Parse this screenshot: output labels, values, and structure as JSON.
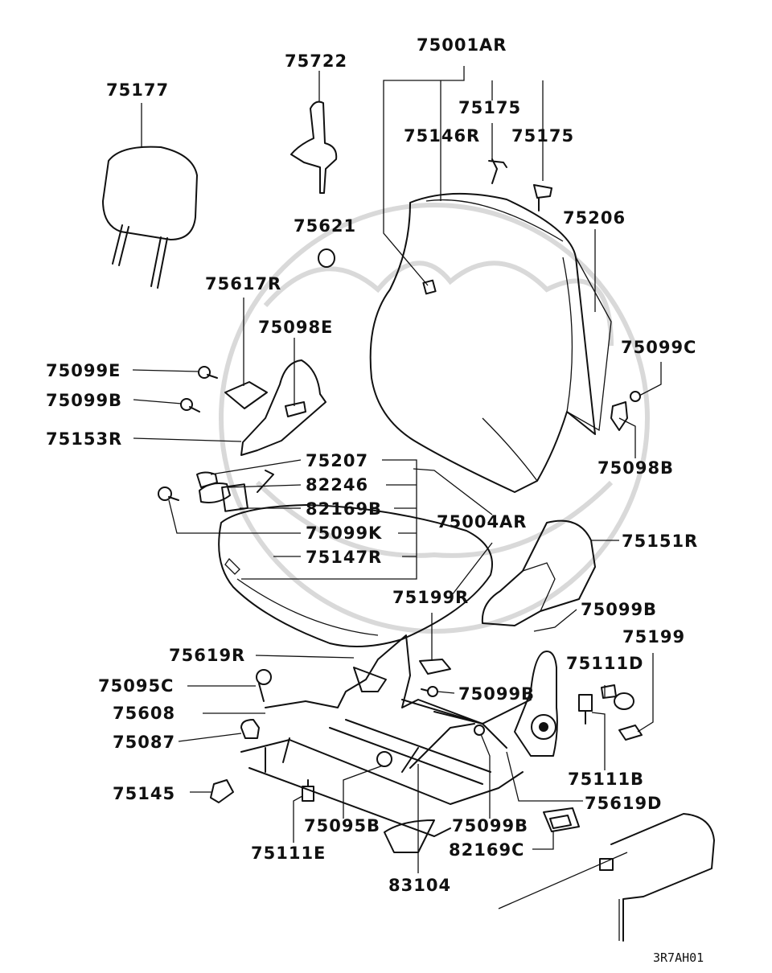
{
  "diagram": {
    "drawing_code": "3R7AH01",
    "labels": [
      {
        "id": "75001AR",
        "text": "75001AR"
      },
      {
        "id": "75722",
        "text": "75722"
      },
      {
        "id": "75177",
        "text": "75177"
      },
      {
        "id": "75175a",
        "text": "75175"
      },
      {
        "id": "75146R",
        "text": "75146R"
      },
      {
        "id": "75175b",
        "text": "75175"
      },
      {
        "id": "75206",
        "text": "75206"
      },
      {
        "id": "75621",
        "text": "75621"
      },
      {
        "id": "75617R",
        "text": "75617R"
      },
      {
        "id": "75098E",
        "text": "75098E"
      },
      {
        "id": "75099C",
        "text": "75099C"
      },
      {
        "id": "75099E",
        "text": "75099E"
      },
      {
        "id": "75099B_1",
        "text": "75099B"
      },
      {
        "id": "75153R",
        "text": "75153R"
      },
      {
        "id": "75098B",
        "text": "75098B"
      },
      {
        "id": "75207",
        "text": "75207"
      },
      {
        "id": "82246",
        "text": "82246"
      },
      {
        "id": "82169B",
        "text": "82169B"
      },
      {
        "id": "75004AR",
        "text": "75004AR"
      },
      {
        "id": "75099K",
        "text": "75099K"
      },
      {
        "id": "75151R",
        "text": "75151R"
      },
      {
        "id": "75147R",
        "text": "75147R"
      },
      {
        "id": "75199R",
        "text": "75199R"
      },
      {
        "id": "75099B_2",
        "text": "75099B"
      },
      {
        "id": "75199",
        "text": "75199"
      },
      {
        "id": "75619R",
        "text": "75619R"
      },
      {
        "id": "75111D",
        "text": "75111D"
      },
      {
        "id": "75095C",
        "text": "75095C"
      },
      {
        "id": "75099B_3",
        "text": "75099B"
      },
      {
        "id": "75608",
        "text": "75608"
      },
      {
        "id": "75087",
        "text": "75087"
      },
      {
        "id": "75111B",
        "text": "75111B"
      },
      {
        "id": "75145",
        "text": "75145"
      },
      {
        "id": "75619D",
        "text": "75619D"
      },
      {
        "id": "75095B",
        "text": "75095B"
      },
      {
        "id": "75099B_4",
        "text": "75099B"
      },
      {
        "id": "75111E",
        "text": "75111E"
      },
      {
        "id": "82169C",
        "text": "82169C"
      },
      {
        "id": "83104",
        "text": "83104"
      }
    ]
  }
}
